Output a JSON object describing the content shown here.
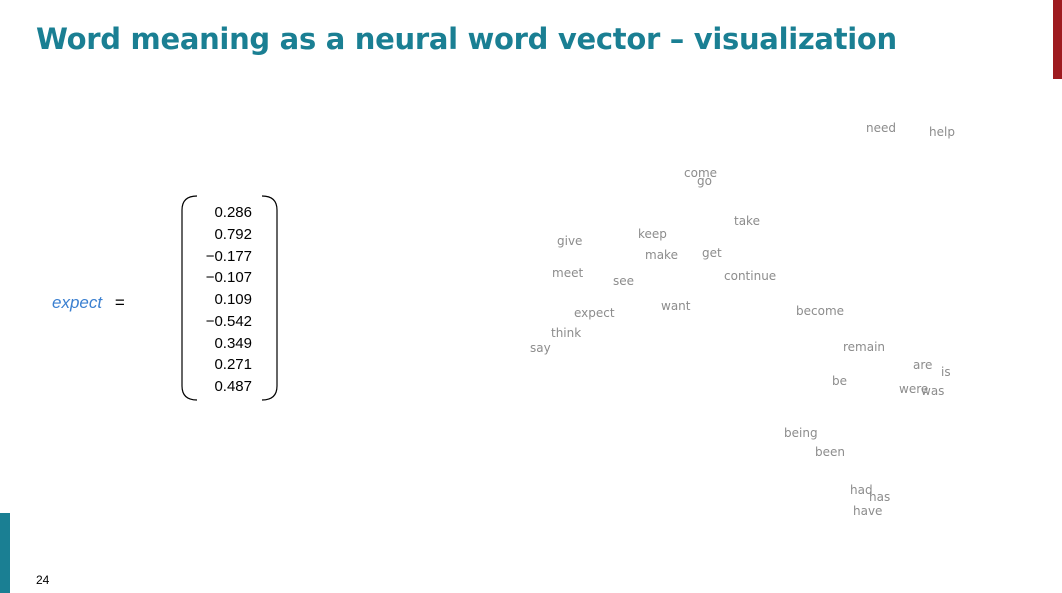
{
  "slide": {
    "title": "Word meaning as a neural word vector – visualization",
    "page_number": "24",
    "colors": {
      "title": "#1a7f93",
      "accent_top": "#9e1b1f",
      "accent_bottom": "#1a7f93",
      "word_label": "#3a7fd0",
      "scatter_text": "#8c8c8c"
    }
  },
  "equation": {
    "word": "expect",
    "equals": "=",
    "vector": [
      "0.286",
      "0.792",
      "−0.177",
      "−0.107",
      "0.109",
      "−0.542",
      "0.349",
      "0.271",
      "0.487"
    ]
  },
  "scatter_words": [
    "need",
    "help",
    "come",
    "go",
    "take",
    "keep",
    "give",
    "make",
    "get",
    "meet",
    "continue",
    "see",
    "expect",
    "want",
    "become",
    "think",
    "say",
    "remain",
    "are",
    "is",
    "be",
    "were",
    "was",
    "being",
    "been",
    "had",
    "has",
    "have"
  ]
}
